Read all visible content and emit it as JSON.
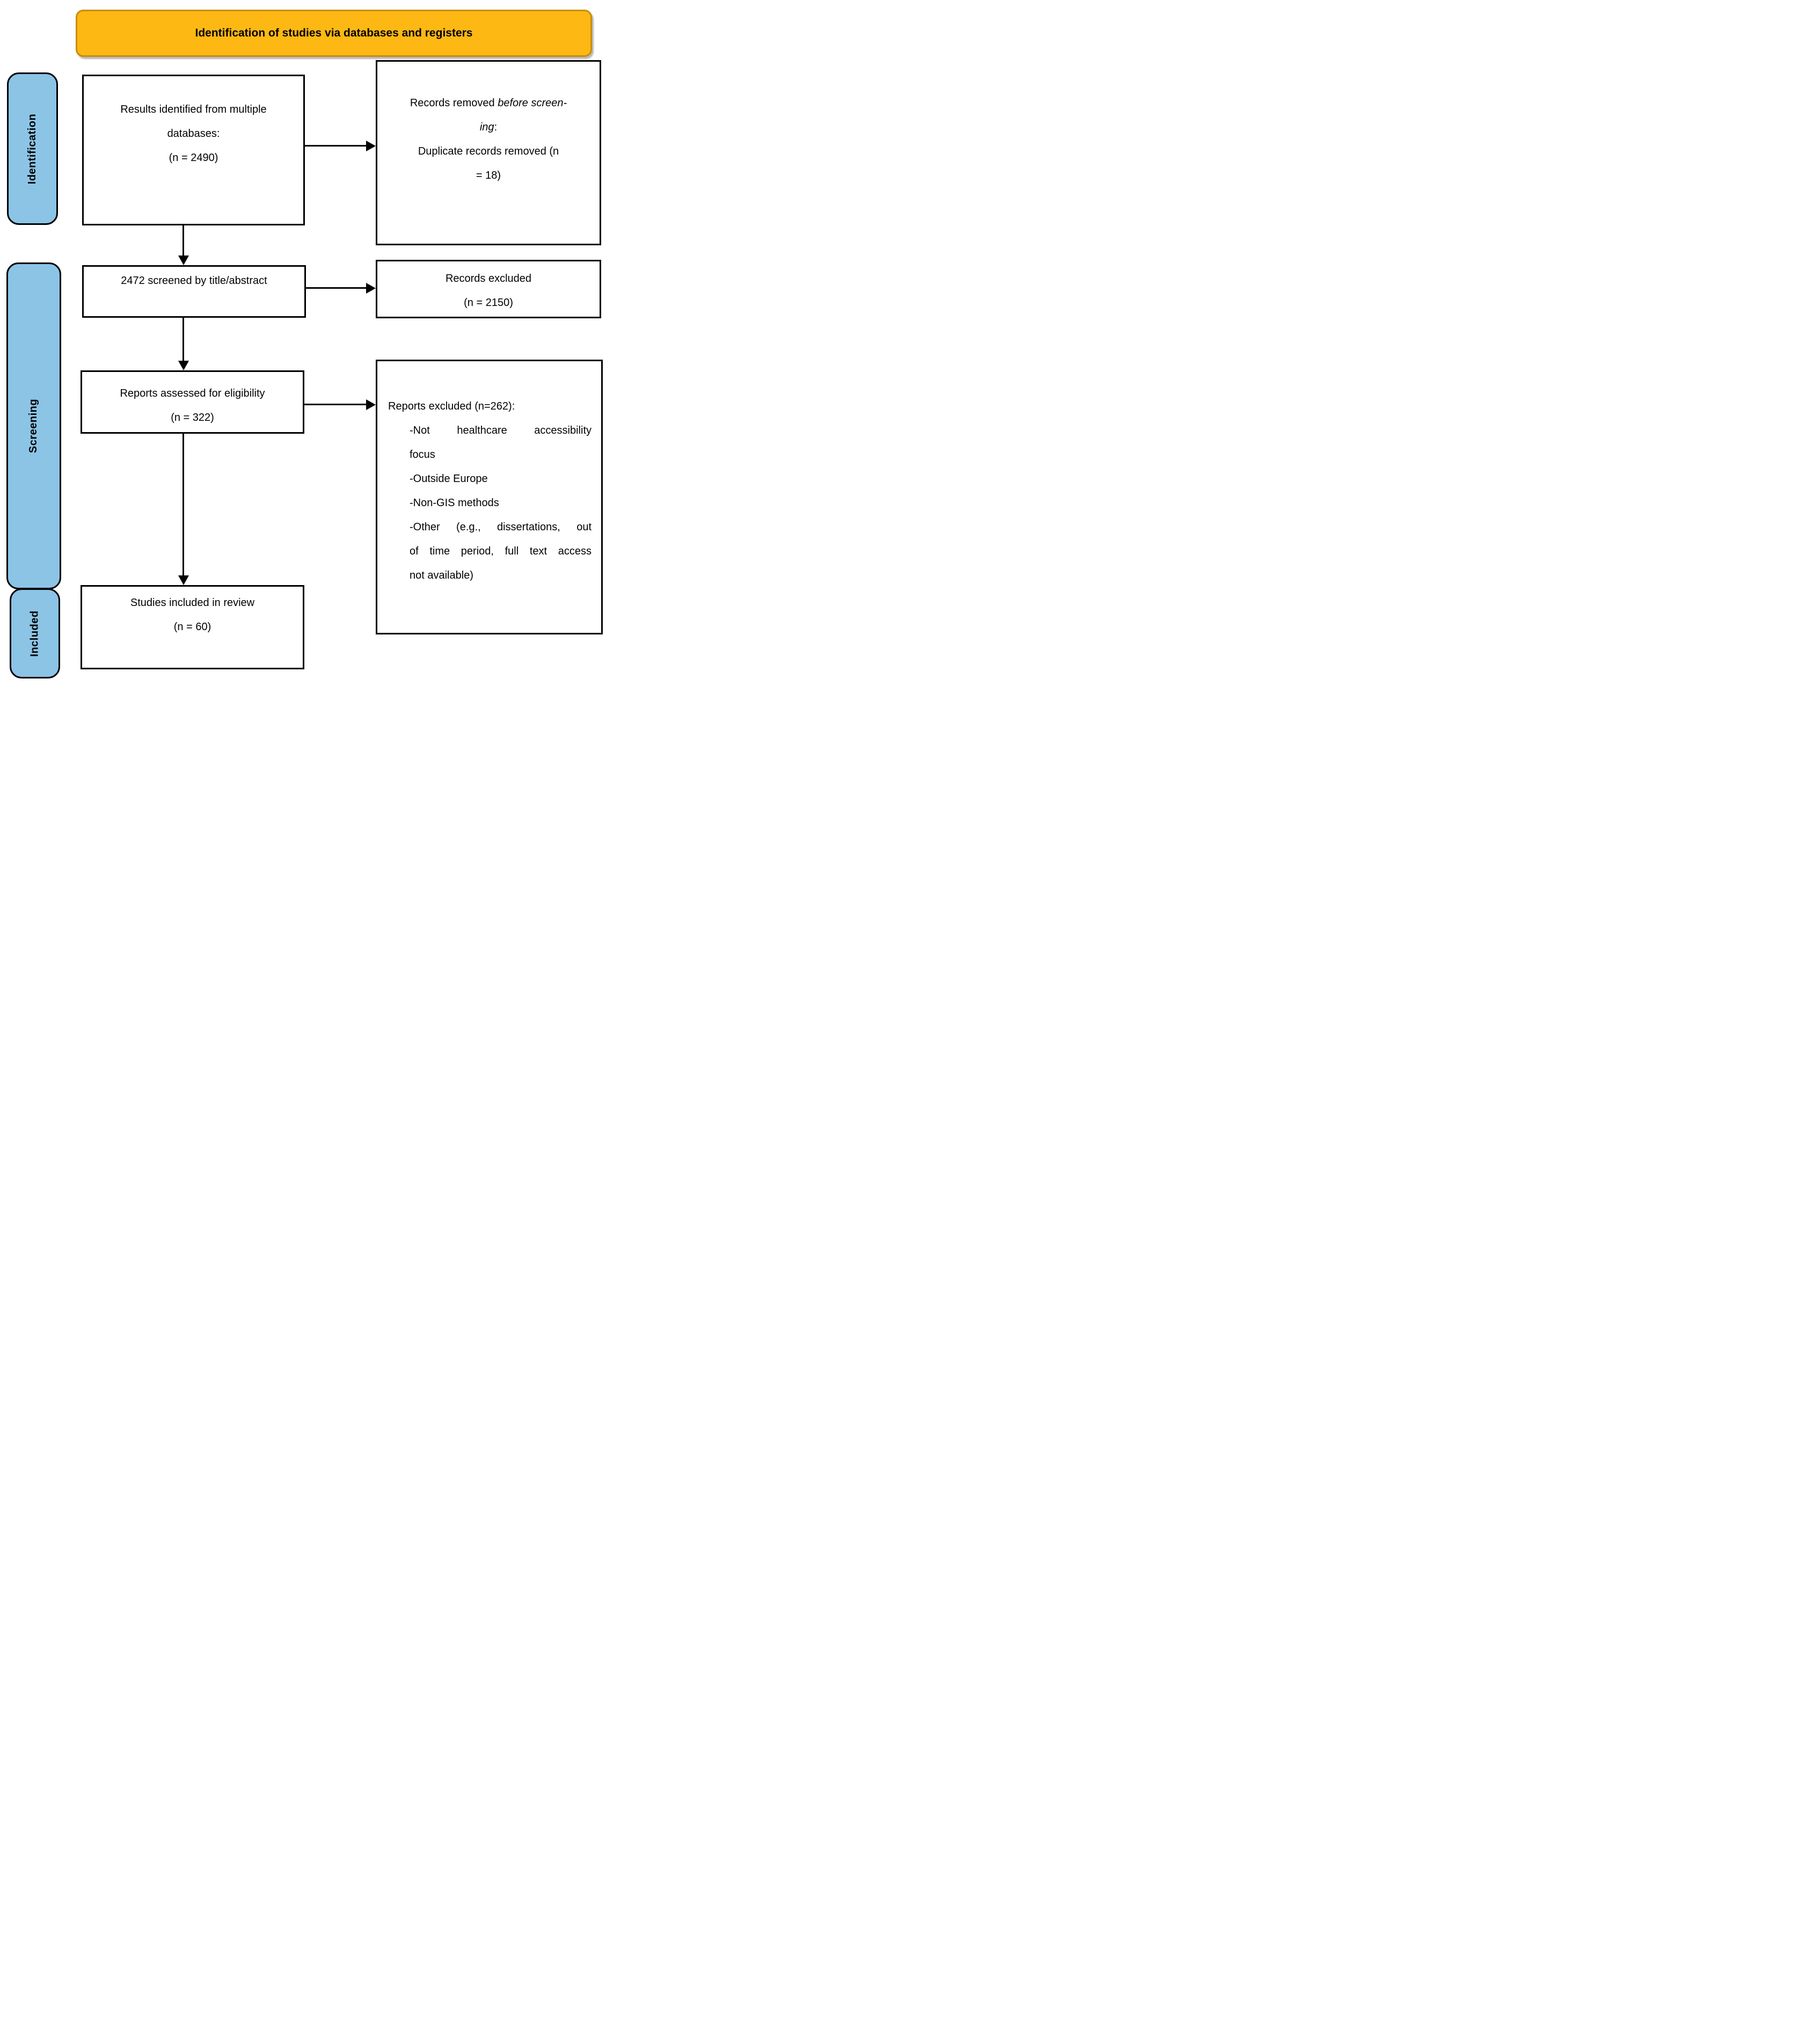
{
  "banner": {
    "title": "Identification of studies via databases and registers"
  },
  "sidebar": {
    "identification": "Identification",
    "screening": "Screening",
    "included": "Included"
  },
  "boxes": {
    "identified": {
      "lines": [
        "Results identified from multiple",
        "databases:",
        "(n = 2490)"
      ]
    },
    "removed": {
      "line1_regular": "Records removed ",
      "line1_italic": "before screen-",
      "line2_italic": "ing",
      "line2_regular": ":",
      "line3": "Duplicate records removed (n",
      "line4": "= 18)"
    },
    "screened": {
      "line1": "2472 screened by title/abstract"
    },
    "records_excluded": {
      "lines": [
        "Records excluded",
        "(n = 2150)"
      ]
    },
    "assessed": {
      "lines": [
        "Reports assessed for eligibility",
        "(n = 322)"
      ]
    },
    "reports_excluded": {
      "header": "Reports excluded (n=262):",
      "lines": [
        "-Not healthcare accessibility",
        "focus",
        "-Outside Europe",
        "-Non-GIS methods",
        "-Other (e.g., dissertations, out",
        "of time period, full text access",
        "not available)"
      ]
    },
    "included_studies": {
      "lines": [
        "Studies included in review",
        "(n = 60)"
      ]
    }
  },
  "colors": {
    "banner_fill": "#FDB813",
    "banner_border": "#C98C0B",
    "sidebar_fill": "#8CC4E6",
    "line_color": "#000000"
  }
}
